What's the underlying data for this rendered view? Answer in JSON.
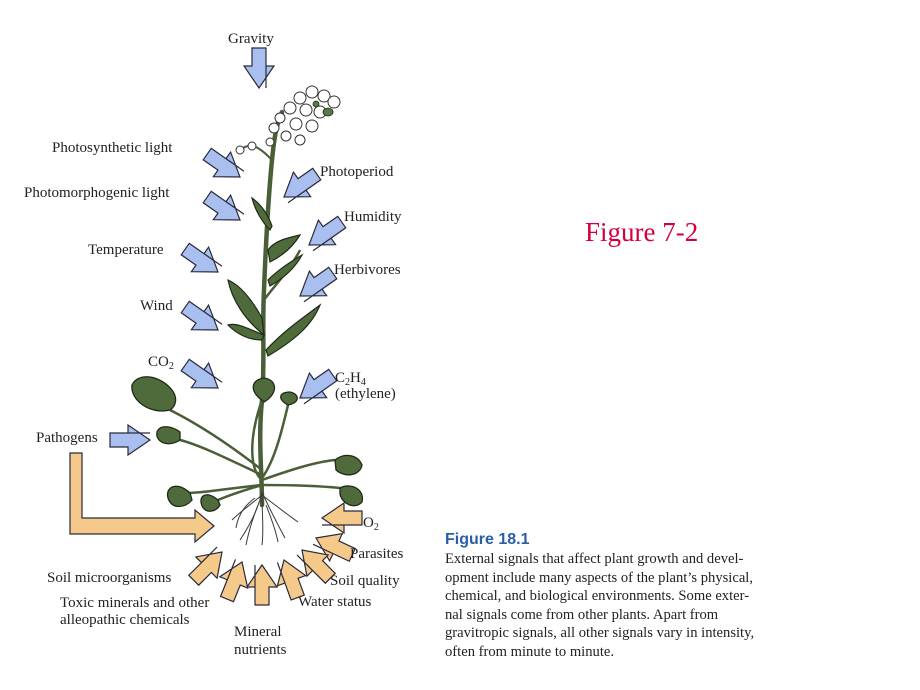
{
  "figure_label": "Figure 7-2",
  "signal_labels": {
    "gravity": "Gravity",
    "photosynthetic_light": "Photosynthetic light",
    "photomorphogenic_light": "Photomorphogenic light",
    "temperature": "Temperature",
    "wind": "Wind",
    "co2_base": "CO",
    "co2_sub": "2",
    "pathogens": "Pathogens",
    "photoperiod": "Photoperiod",
    "humidity": "Humidity",
    "herbivores": "Herbivores",
    "ethylene_c": "C",
    "ethylene_sub1": "2",
    "ethylene_h": "H",
    "ethylene_sub2": "4",
    "ethylene_name": "(ethylene)",
    "o2_base": "O",
    "o2_sub": "2",
    "parasites": "Parasites",
    "soil_quality": "Soil quality",
    "water_status": "Water status",
    "soil_microorganisms": "Soil microorganisms",
    "toxic_minerals_line1": "Toxic minerals and other",
    "toxic_minerals_line2": "alleopathic chemicals",
    "mineral_nutrients_line1": "Mineral",
    "mineral_nutrients_line2": "nutrients"
  },
  "caption": {
    "heading": "Figure 18.1",
    "lines": [
      "External signals that affect plant growth and devel-",
      "opment include many aspects of the plant’s physical,",
      "chemical, and biological environments. Some exter-",
      "nal signals come from other plants. Apart from",
      "gravitropic signals, all other signals vary in intensity,",
      "often from minute to minute."
    ]
  },
  "colors": {
    "shoot_arrow": "#a9bff0",
    "root_arrow": "#f5c98a",
    "arrow_outline": "#2a2a3a",
    "leaf": "#4f6b3c",
    "stem": "#4a5e38",
    "flower": "#ffffff",
    "figure_label": "#d4003c",
    "caption_heading": "#2a5ea8"
  }
}
